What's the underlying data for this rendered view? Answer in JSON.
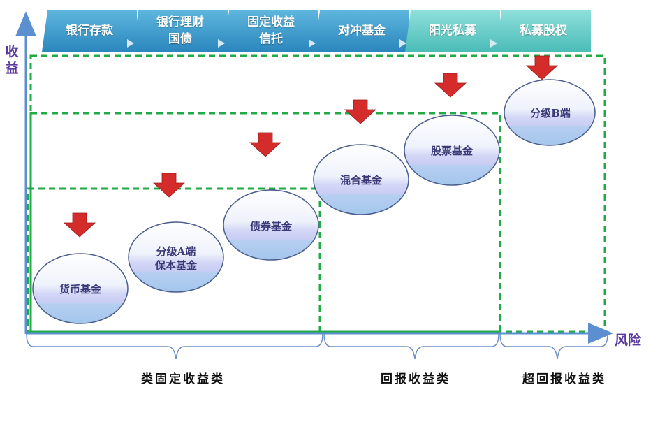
{
  "axes": {
    "y_label": "收益",
    "x_label": "风险"
  },
  "tabs": [
    {
      "label": "银行存款",
      "style": "blue"
    },
    {
      "label": "银行理财\n国债",
      "style": "blue"
    },
    {
      "label": "固定收益\n信托",
      "style": "blue"
    },
    {
      "label": "对冲基金",
      "style": "blue"
    },
    {
      "label": "阳光私募",
      "style": "teal"
    },
    {
      "label": "私募股权",
      "style": "teal"
    }
  ],
  "products": [
    {
      "label": "货币基金"
    },
    {
      "label": "分级A端\n保本基金"
    },
    {
      "label": "债券基金"
    },
    {
      "label": "混合基金"
    },
    {
      "label": "股票基金"
    },
    {
      "label": "分级B端"
    }
  ],
  "categories": [
    {
      "label": "类固定收益类"
    },
    {
      "label": "回报收益类"
    },
    {
      "label": "超回报收益类"
    }
  ],
  "colors": {
    "axis": "#5b8fd0",
    "dashed": "#22aa44",
    "arrow": "#d42b2b",
    "tab_blue": "#3a96cc",
    "tab_teal": "#5cc8c3",
    "bubble_top": "#ffffff",
    "bubble_mid": "#c9d5f5",
    "bubble_bottom": "#a8c8ee",
    "brace": "#6c8fc6"
  }
}
